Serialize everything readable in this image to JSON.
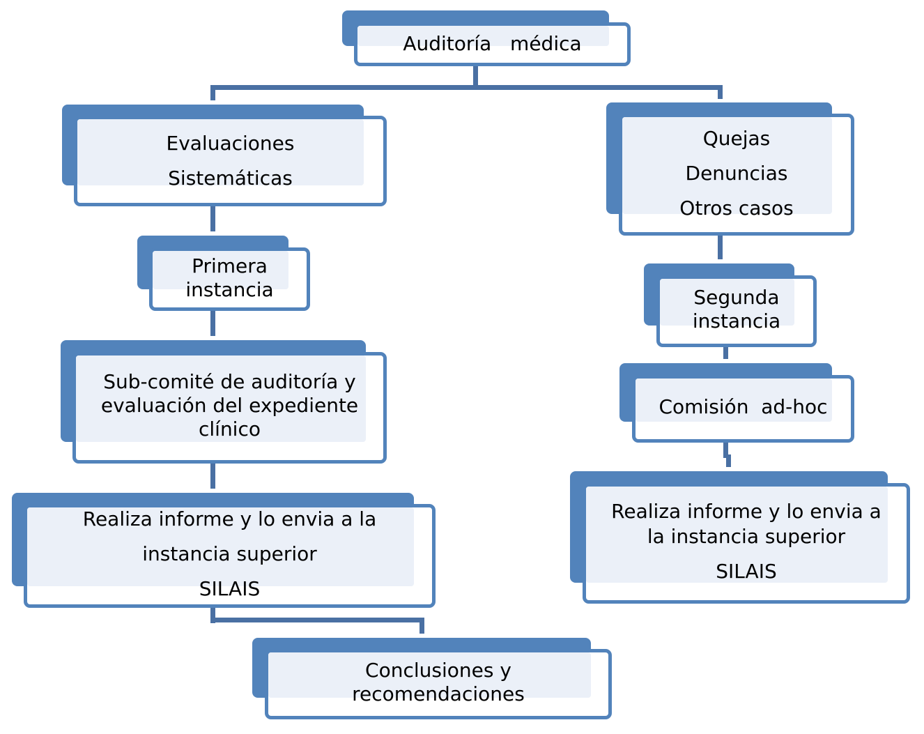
{
  "diagram": {
    "title": "Auditoría médica flow chart",
    "colors": {
      "box_back": "#5283bb",
      "box_border": "#5283bb",
      "box_tint": "#ebf0f8",
      "connector": "#4a70a3"
    },
    "nodes": {
      "root": {
        "lines": [
          "Auditoría   médica"
        ]
      },
      "evaluaciones": {
        "lines": [
          "Evaluaciones",
          "Sistemáticas"
        ]
      },
      "quejas": {
        "lines": [
          "Quejas",
          "Denuncias",
          "Otros casos"
        ]
      },
      "primera": {
        "lines": [
          "Primera",
          "instancia"
        ]
      },
      "segunda": {
        "lines": [
          "Segunda",
          "instancia"
        ]
      },
      "subcomite": {
        "lines": [
          "Sub-comité de auditoría y",
          "evaluación del expediente",
          "clínico"
        ]
      },
      "comision": {
        "lines": [
          "Comisión  ad-hoc"
        ]
      },
      "informe_left": {
        "lines": [
          "Realiza informe y lo envia a la",
          "instancia superior",
          "SILAIS"
        ]
      },
      "informe_right": {
        "lines": [
          "Realiza informe y lo envia a",
          "la instancia superior",
          "SILAIS"
        ]
      },
      "conclusiones": {
        "lines": [
          "Conclusiones y",
          "recomendaciones"
        ]
      }
    },
    "edges": [
      {
        "from": "root",
        "to": "evaluaciones"
      },
      {
        "from": "root",
        "to": "quejas"
      },
      {
        "from": "evaluaciones",
        "to": "primera"
      },
      {
        "from": "primera",
        "to": "subcomite"
      },
      {
        "from": "subcomite",
        "to": "informe_left"
      },
      {
        "from": "informe_left",
        "to": "conclusiones"
      },
      {
        "from": "quejas",
        "to": "segunda"
      },
      {
        "from": "segunda",
        "to": "comision"
      },
      {
        "from": "comision",
        "to": "informe_right"
      }
    ]
  }
}
